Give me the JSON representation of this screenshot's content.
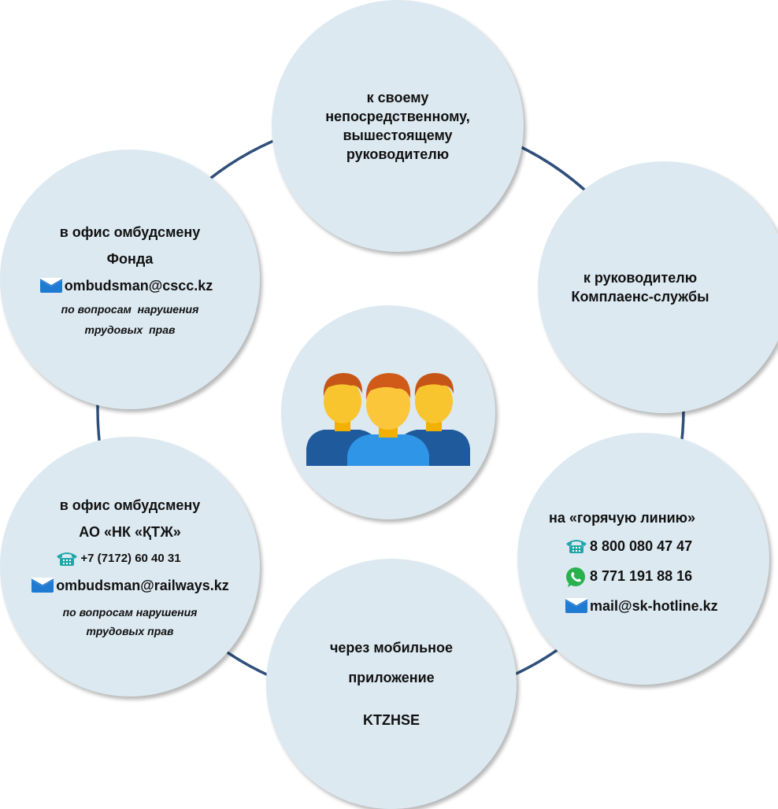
{
  "colors": {
    "circle_fill": "#dce9f1",
    "ring_line": "#2f4f7a",
    "icon_blue": "#1f7ad1",
    "phone_teal": "#20a6a9",
    "whatsapp_green": "#29b14d"
  },
  "top": {
    "lines": [
      "к своему",
      "непосредственному,",
      "вышестоящему",
      "руководителю"
    ]
  },
  "compliance": {
    "lines": [
      "к руководителю",
      "Комплаенс-службы"
    ]
  },
  "hotline": {
    "title": "на «горячую линию»",
    "phone": "8 800 080 47 47",
    "whatsapp": "8 771 191 88 16",
    "email": "mail@sk-hotline.kz",
    "phone_icon": "phone-icon",
    "whatsapp_icon": "whatsapp-icon",
    "email_icon": "envelope-icon"
  },
  "app": {
    "line1": "через мобильное",
    "line2": "приложение",
    "name": "KTZHSE"
  },
  "ombudsman_ktzh": {
    "line1": "в офис омбудсмену",
    "line2": "АО «НК «ҚТЖ»",
    "phone": "+7 (7172) 60 40 31",
    "email": "ombudsman@railways.kz",
    "note1": "по вопросам нарушения",
    "note2": "трудовых прав"
  },
  "ombudsman_fund": {
    "line1": "в офис омбудсмену",
    "line2": "Фонда",
    "email": "ombudsman@cscc.kz",
    "note1": "по вопросам  нарушения",
    "note2": "трудовых  прав"
  },
  "center": {
    "icon": "people-group-icon"
  }
}
